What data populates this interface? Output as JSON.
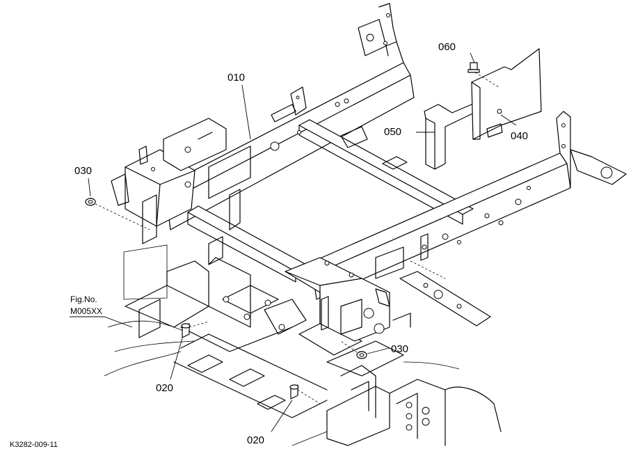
{
  "callouts": {
    "c010": "010",
    "c020a": "020",
    "c020b": "020",
    "c030a": "030",
    "c030b": "030",
    "c040": "040",
    "c050": "050",
    "c060": "060"
  },
  "figref": {
    "line1": "Fig.No.",
    "line2": "M005XX"
  },
  "drawing_id": "K3282-009-11"
}
